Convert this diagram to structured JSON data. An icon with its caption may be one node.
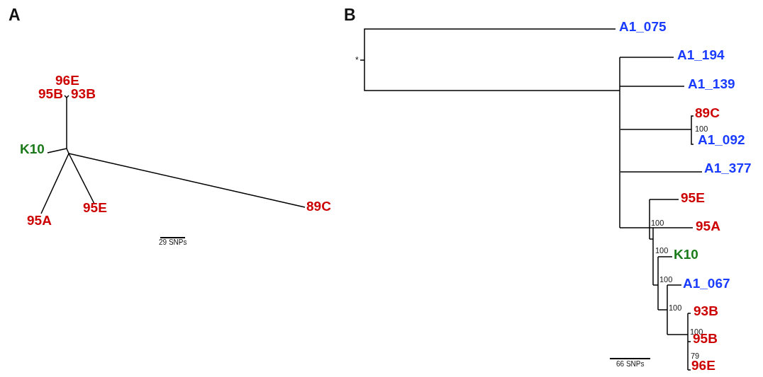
{
  "diagram": {
    "labels": [
      "A",
      "B",
      "96E",
      "95B",
      "93B",
      "K10",
      "95E",
      "95A",
      "89C",
      "29 SNPs",
      "A1_075",
      "*",
      "A1_194",
      "A1_139",
      "89C",
      "100",
      "A1_092",
      "A1_377",
      "95E",
      "100",
      "95A",
      "100",
      "K10",
      "100",
      "A1_067",
      "100",
      "93B",
      "100",
      "95B",
      "79",
      "96E",
      "66 SNPs"
    ]
  }
}
